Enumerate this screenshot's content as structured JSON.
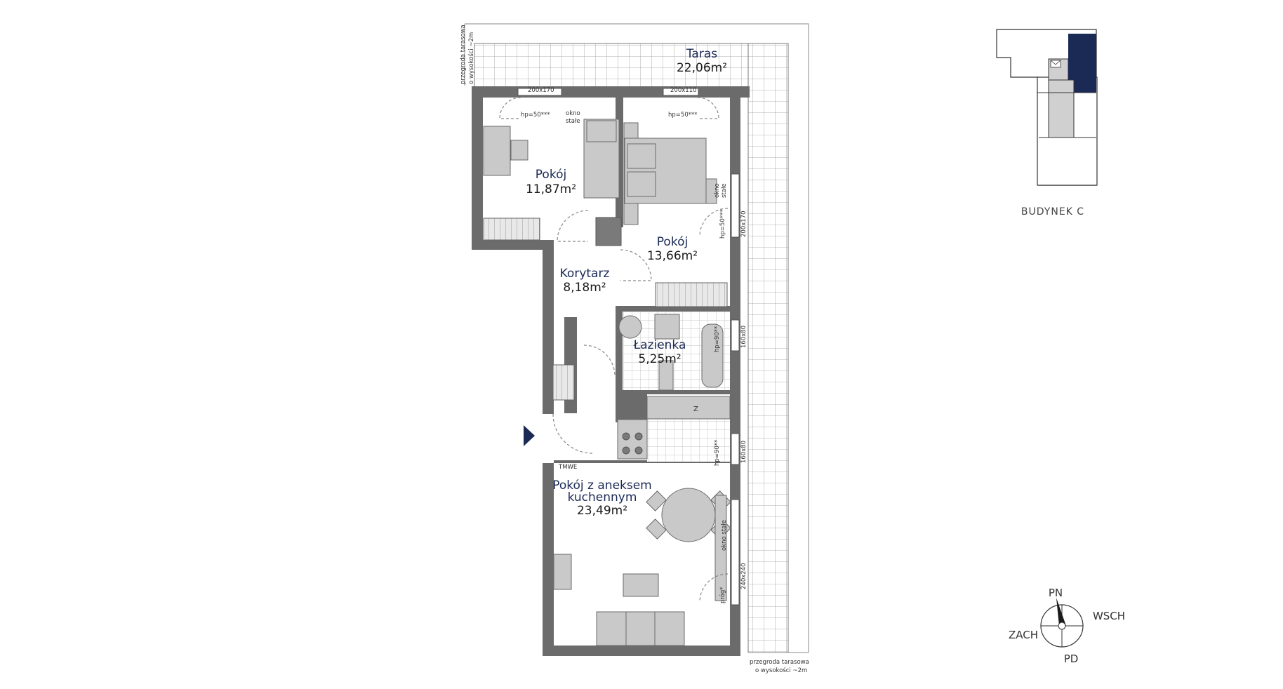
{
  "rooms": {
    "taras": {
      "name": "Taras",
      "area": "22,06m²"
    },
    "pokoj1": {
      "name": "Pokój",
      "area": "11,87m²"
    },
    "pokoj2": {
      "name": "Pokój",
      "area": "13,66m²"
    },
    "korytarz": {
      "name": "Korytarz",
      "area": "8,18m²"
    },
    "lazienka": {
      "name": "Łazienka",
      "area": "5,25m²"
    },
    "salon": {
      "name_line1": "Pokój z aneksem",
      "name_line2": "kuchennym",
      "area": "23,49m²"
    }
  },
  "notes": {
    "przegroda_top_1": "przegroda tarasowa",
    "przegroda_top_2": "o wysokości ~2m",
    "przegroda_bottom_1": "przegroda tarasowa",
    "przegroda_bottom_2": "o wysokości ~2m",
    "win_200x170": "200x170",
    "win_200x110": "200x110",
    "hp_50_a": "hp=50***",
    "hp_50_b": "hp=50***",
    "okno_stale_1a": "okno",
    "okno_stale_1b": "stałe",
    "okno_stale_2a": "okno",
    "okno_stale_2b": "stałe",
    "win_200x170_side": "200x170",
    "hp_50_side": "hp=50***",
    "win_160x80_a": "160x80",
    "hp_90_a": "hp=90**",
    "win_160x80_b": "160x80",
    "hp_90_b": "hp=90**",
    "okno_stale_3": "okno stałe",
    "win_240x240": "240x240",
    "prog": "próg*",
    "mwe": "TMWE",
    "z_label": "Z"
  },
  "keyplan": {
    "label": "BUDYNEK C"
  },
  "compass": {
    "n": "PN",
    "e": "WSCH",
    "w": "ZACH",
    "s": "PD"
  },
  "colors": {
    "accent": "#1b2a55",
    "wall": "#6b6b6b",
    "furniture": "#c9c9c9"
  },
  "icons": {
    "entrance": "entrance-arrow-icon",
    "compass": "compass-icon",
    "mail": "mail-icon"
  }
}
